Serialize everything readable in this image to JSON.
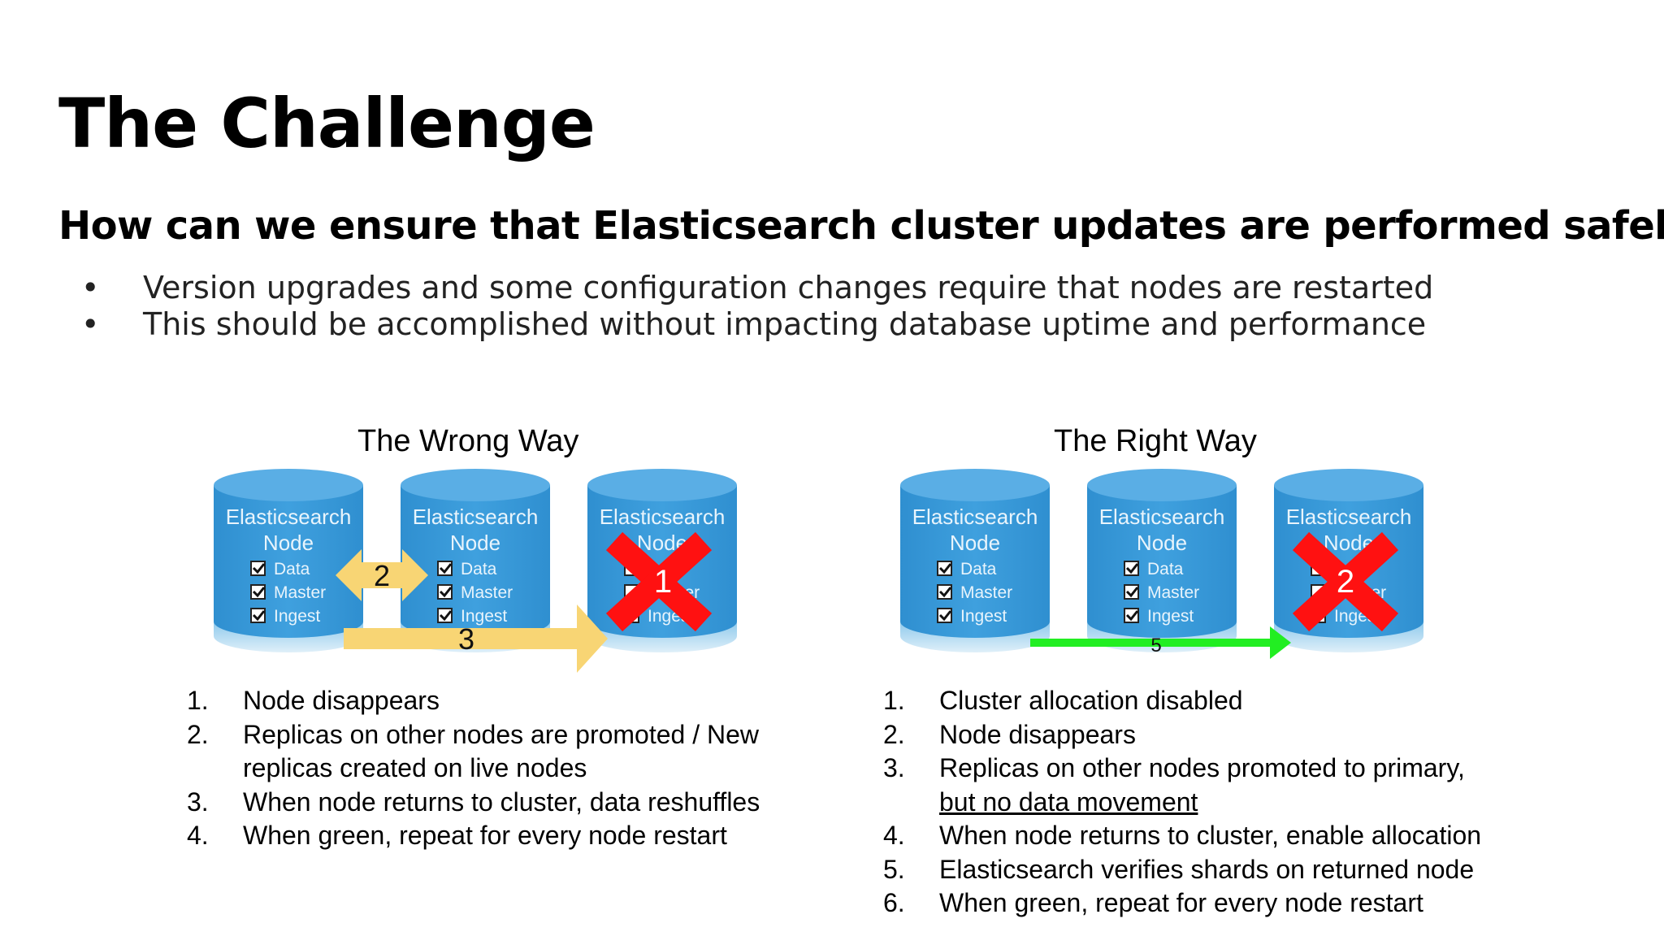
{
  "slide": {
    "title": "The Challenge",
    "subtitle": "How can we ensure that Elasticsearch cluster updates are performed safely?",
    "bullets": [
      "Version upgrades and some configuration changes require that nodes are restarted",
      "This should be accomplished without impacting database uptime and performance"
    ]
  },
  "node": {
    "title_line1": "Elasticsearch",
    "title_line2": "Node",
    "role_data": "Data",
    "role_master": "Master",
    "role_ingest": "Ingest"
  },
  "wrong": {
    "title": "The Wrong Way",
    "marker_removed": "1",
    "arrow_promote": "2",
    "arrow_reshuffle": "3",
    "steps": [
      {
        "num": "1.",
        "text": "Node disappears"
      },
      {
        "num": "2.",
        "text": "Replicas on other nodes are promoted  / New"
      },
      {
        "num": "",
        "text": "replicas created on live nodes"
      },
      {
        "num": "3.",
        "text": "When node returns to cluster, data reshuffles"
      },
      {
        "num": "4.",
        "text": "When green, repeat for every node restart"
      }
    ]
  },
  "right": {
    "title": "The Right Way",
    "marker_removed": "2",
    "arrow_verify": "5",
    "steps": [
      {
        "num": "1.",
        "text": "Cluster allocation disabled"
      },
      {
        "num": "2.",
        "text": "Node disappears"
      },
      {
        "num": "3.",
        "text": "Replicas on other nodes promoted to primary,"
      },
      {
        "num": "",
        "text": "but no data movement",
        "underline": true
      },
      {
        "num": "4.",
        "text": "When node returns to cluster, enable allocation"
      },
      {
        "num": "5.",
        "text": "Elasticsearch verifies shards on returned node"
      },
      {
        "num": "6.",
        "text": "When green, repeat for every node restart"
      }
    ]
  },
  "colors": {
    "node_blue": "#3a9ad9",
    "node_top": "#5aaee5",
    "node_bottom": "#bcdff2",
    "arrow_yellow": "#f8d574",
    "arrow_green": "#22ee22",
    "cross_red": "#ff1111"
  }
}
